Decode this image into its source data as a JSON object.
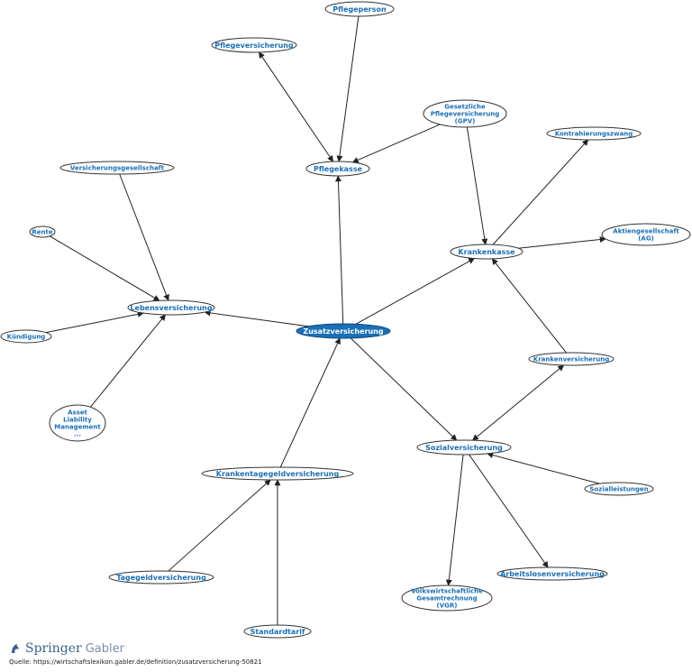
{
  "diagram": {
    "nodes": [
      {
        "id": "pflegeperson",
        "lines": [
          "Pflegeperson"
        ],
        "size": "md"
      },
      {
        "id": "pflegeversicherung",
        "lines": [
          "Pflegeversicherung"
        ],
        "size": "md"
      },
      {
        "id": "gpv",
        "lines": [
          "Gesetzliche",
          "Pflegeversicherung",
          "(GPV)"
        ],
        "size": "sm"
      },
      {
        "id": "kontrahierungszwang",
        "lines": [
          "Kontrahierungszwang"
        ],
        "size": "sm"
      },
      {
        "id": "versicherungsgesellschaft",
        "lines": [
          "Versicherungsgesellschaft"
        ],
        "size": "sm"
      },
      {
        "id": "pflegekasse",
        "lines": [
          "Pflegekasse"
        ],
        "size": "md"
      },
      {
        "id": "rente",
        "lines": [
          "Rente"
        ],
        "size": "sm"
      },
      {
        "id": "aktiengesellschaft",
        "lines": [
          "Aktiengesellschaft",
          "(AG)"
        ],
        "size": "sm"
      },
      {
        "id": "krankenkasse",
        "lines": [
          "Krankenkasse"
        ],
        "size": "md"
      },
      {
        "id": "lebensversicherung",
        "lines": [
          "Lebensversicherung"
        ],
        "size": "md"
      },
      {
        "id": "zusatzversicherung",
        "lines": [
          "Zusatzversicherung"
        ],
        "size": "md",
        "center": true
      },
      {
        "id": "kuendigung",
        "lines": [
          "Kündigung"
        ],
        "size": "sm"
      },
      {
        "id": "krankenversicherung",
        "lines": [
          "Krankenversicherung"
        ],
        "size": "sm"
      },
      {
        "id": "alm",
        "lines": [
          "Asset",
          "Liability",
          "Management",
          "..."
        ],
        "size": "sm"
      },
      {
        "id": "sozialversicherung",
        "lines": [
          "Sozialversicherung"
        ],
        "size": "md"
      },
      {
        "id": "krankentagegeld",
        "lines": [
          "Krankentagegeldversicherung"
        ],
        "size": "md"
      },
      {
        "id": "sozialleistungen",
        "lines": [
          "Sozialleistungen"
        ],
        "size": "sm"
      },
      {
        "id": "tagegeld",
        "lines": [
          "Tagegeldversicherung"
        ],
        "size": "md"
      },
      {
        "id": "arbeitslosen",
        "lines": [
          "Arbeitslosenversicherung"
        ],
        "size": "md"
      },
      {
        "id": "vgr",
        "lines": [
          "Volkswirtschaftliche",
          "Gesamtrechnung",
          "(VGR)"
        ],
        "size": "sm"
      },
      {
        "id": "standardtarif",
        "lines": [
          "Standardtarif"
        ],
        "size": "md"
      }
    ],
    "edges": [
      {
        "from": "pflegeperson",
        "to": "pflegekasse",
        "arrow": "end"
      },
      {
        "from": "pflegeversicherung",
        "to": "pflegekasse",
        "arrow": "both"
      },
      {
        "from": "gpv",
        "to": "pflegekasse",
        "arrow": "end"
      },
      {
        "from": "gpv",
        "to": "krankenkasse",
        "arrow": "end"
      },
      {
        "from": "kontrahierungszwang",
        "to": "krankenkasse",
        "arrow": "start"
      },
      {
        "from": "krankenkasse",
        "to": "aktiengesellschaft",
        "arrow": "end"
      },
      {
        "from": "zusatzversicherung",
        "to": "pflegekasse",
        "arrow": "end"
      },
      {
        "from": "zusatzversicherung",
        "to": "krankenkasse",
        "arrow": "end"
      },
      {
        "from": "zusatzversicherung",
        "to": "lebensversicherung",
        "arrow": "end"
      },
      {
        "from": "zusatzversicherung",
        "to": "sozialversicherung",
        "arrow": "end"
      },
      {
        "from": "versicherungsgesellschaft",
        "to": "lebensversicherung",
        "arrow": "end"
      },
      {
        "from": "rente",
        "to": "lebensversicherung",
        "arrow": "end"
      },
      {
        "from": "kuendigung",
        "to": "lebensversicherung",
        "arrow": "end"
      },
      {
        "from": "alm",
        "to": "lebensversicherung",
        "arrow": "end"
      },
      {
        "from": "krankenversicherung",
        "to": "krankenkasse",
        "arrow": "end"
      },
      {
        "from": "krankenversicherung",
        "to": "sozialversicherung",
        "arrow": "both"
      },
      {
        "from": "krankentagegeld",
        "to": "zusatzversicherung",
        "arrow": "end"
      },
      {
        "from": "tagegeld",
        "to": "krankentagegeld",
        "arrow": "end"
      },
      {
        "from": "standardtarif",
        "to": "krankentagegeld",
        "arrow": "end"
      },
      {
        "from": "sozialleistungen",
        "to": "sozialversicherung",
        "arrow": "end"
      },
      {
        "from": "sozialversicherung",
        "to": "arbeitslosen",
        "arrow": "end"
      },
      {
        "from": "sozialversicherung",
        "to": "vgr",
        "arrow": "end"
      }
    ]
  },
  "colors": {
    "node_text": "#1a6fb5",
    "center_fill": "#1a6fb5",
    "center_text": "#ffffff",
    "edge": "#222222"
  },
  "footer": {
    "logo_springer": "Springer",
    "logo_gabler": "Gabler",
    "source": "Quelle: https://wirtschaftslexikon.gabler.de/definition/zusatzversicherung-50821"
  }
}
